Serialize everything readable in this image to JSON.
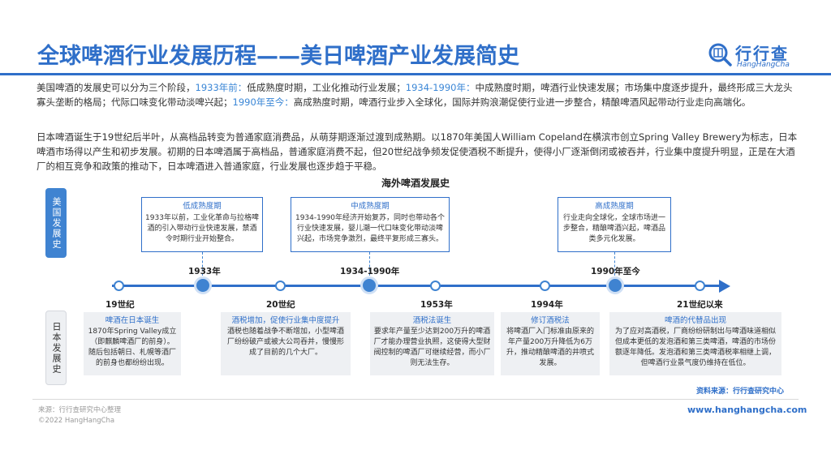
{
  "header": {
    "title": "全球啤酒行业发展历程——美日啤酒产业发展简史",
    "logo_text": "行行查",
    "logo_sub": "HangHangCha"
  },
  "intro": {
    "p1_a": "美国啤酒的发展史可以分为三个阶段，",
    "p1_h1": "1933年前：",
    "p1_b": "低成熟度时期，工业化推动行业发展；",
    "p1_h2": "1934-1990年：",
    "p1_c": "中成熟度时期，啤酒行业快速发展；市场集中度逐步提升，最终形成三大龙头寡头垄断的格局；代际口味变化带动淡啤兴起；",
    "p1_h3": "1990年至今：",
    "p1_d": "高成熟度时期，啤酒行业步入全球化，国际并购浪潮促使行业进一步整合，精酿啤酒风起带动行业走向高端化。",
    "p2": "日本啤酒诞生于19世纪后半叶，从高档品转变为普通家庭消费品，从萌芽期逐渐过渡到成熟期。以1870年美国人William Copeland在横滨市创立Spring Valley Brewery为标志，日本啤酒市场得以产生和初步发展。初期的日本啤酒属于高档品，普通家庭消费不起，但20世纪战争频发促使酒税不断提升，使得小厂逐渐倒闭或被吞并，行业集中度提升明显，正是在大酒厂的相互竞争和政策的推动下，日本啤酒进入普通家庭，行业发展也逐步趋于平稳。"
  },
  "chart": {
    "title": "海外啤酒发展史",
    "side_us": "美国发展史",
    "side_jp": "日本发展史",
    "us_boxes": [
      {
        "title": "低成熟度期",
        "text": "1933年以前，工业化革命与拉格啤酒的引入带动行业快速发展，禁酒令时期行业开始整合。"
      },
      {
        "title": "中成熟度期",
        "text": "1934-1990年经济开始复苏，同时也带动各个行业快速发展，婴儿潮一代口味变化带动淡啤兴起，市场竞争激烈，最终平复形成三寡头。"
      },
      {
        "title": "高成熟度期",
        "text": "行业走向全球化，全球市场进一步整合，精酿啤酒兴起，啤酒品类多元化发展。"
      }
    ],
    "us_labels": [
      "1933年",
      "1934-1990年",
      "1990年至今"
    ],
    "jp_labels": [
      "19世纪",
      "20世纪",
      "1953年",
      "1994年",
      "21世纪以来"
    ],
    "jp_boxes": [
      {
        "title": "啤酒在日本诞生",
        "text": "1870年Spring Valley成立（即麒麟啤酒厂的前身）。随后包括朝日、札幌等酒厂的前身也都纷纷出现。"
      },
      {
        "title": "酒税增加，促使行业集中度提升",
        "text": "酒税也随着战争不断增加，小型啤酒厂纷纷破产或被大公司吞并，慢慢形成了目前的几个大厂。"
      },
      {
        "title": "酒税法诞生",
        "text": "要求年产量至少达到200万升的啤酒厂才能办理营业执照，这使得大型财阀控制的啤酒厂可继续经营，而小厂则无法生存。"
      },
      {
        "title": "修订酒税法",
        "text": "将啤酒厂入门标准由原来的年产量200万升降低为6万升，推动精酿啤酒的井喷式发展。"
      },
      {
        "title": "啤酒的代替品出现",
        "text": "为了应对高酒税，厂商纷纷研制出与啤酒味道相似但成本更低的发泡酒和第三类啤酒，啤酒的市场份额逐年降低。发泡酒和第三类啤酒税率相继上调，但啤酒行业景气度仍维持在低位。"
      }
    ],
    "source": "资料来源：行行查研究中心"
  },
  "footer": {
    "source": "来源：行行查研究中心整理",
    "copyright": "©2022 HangHangCha",
    "website": "www.hanghangcha.com"
  },
  "colors": {
    "accent": "#2f6fc9",
    "node": "#3f83d1",
    "box_bg": "#eef0f3"
  }
}
